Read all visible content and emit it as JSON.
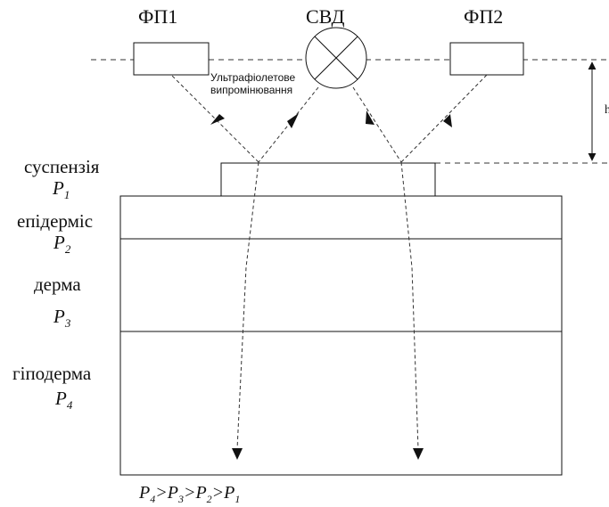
{
  "labels": {
    "fp1": "ФП1",
    "svd": "СВД",
    "fp2": "ФП2",
    "uv_line1": "Ультрафіолетове",
    "uv_line2": "випромінювання",
    "height_mark": "h"
  },
  "layers": [
    {
      "name": "суспензія",
      "p": "P",
      "sub": "1"
    },
    {
      "name": "епідерміс",
      "p": "P",
      "sub": "2"
    },
    {
      "name": "дерма",
      "p": "P",
      "sub": "3"
    },
    {
      "name": "гіподерма",
      "p": "P",
      "sub": "4"
    }
  ],
  "formula": {
    "parts": [
      {
        "p": "P",
        "sub": "4",
        "op": ">"
      },
      {
        "p": "P",
        "sub": "3",
        "op": ">"
      },
      {
        "p": "P",
        "sub": "2",
        "op": ">"
      },
      {
        "p": "P",
        "sub": "1",
        "op": ""
      }
    ]
  }
}
